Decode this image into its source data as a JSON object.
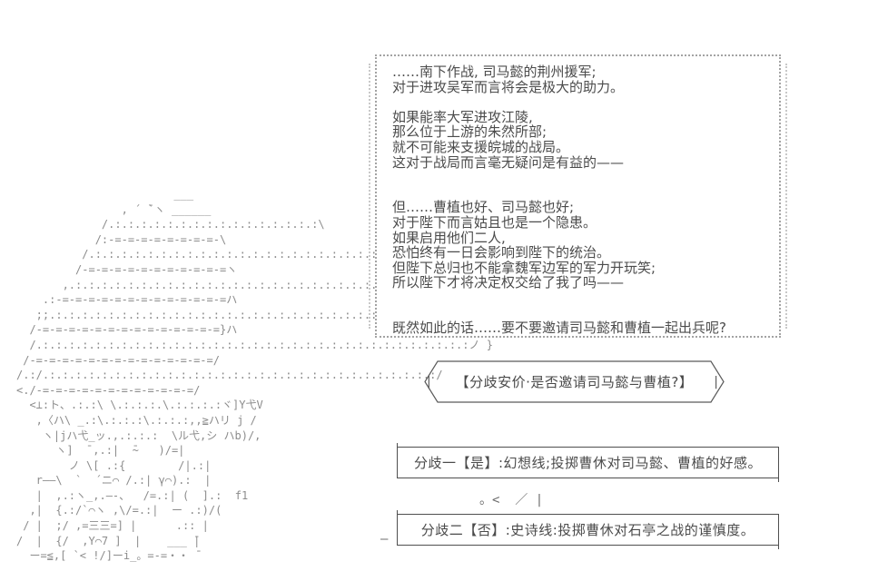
{
  "dialogue": {
    "lines": [
      "……南下作战, 司马懿的荆州援军;",
      "对于进攻吴军而言将会是极大的助力。",
      "",
      "如果能率大军进攻江陵,",
      "那么位于上游的朱然所部;",
      "就不可能来支援皖城的战局。",
      "这对于战局而言毫无疑问是有益的——",
      "",
      "",
      "但……曹植也好、司马懿也好;",
      "对于陛下而言姑且也是一个隐患。",
      "如果启用他们二人,",
      "恐怕终有一日会影响到陛下的统治。",
      "但陛下总归也不能拿魏军边军的军力开玩笑;",
      "所以陛下才将决定权交给了我了吗——",
      "",
      "",
      "既然如此的话……要不要邀请司马懿和曹植一起出兵呢?"
    ]
  },
  "anchor": {
    "left_bar": "|",
    "label": "【分歧安价·是否邀请司马懿与曹植?】",
    "right_bar": "|"
  },
  "options": {
    "yes": "分歧一【是】:幻想线;投掷曹休对司马懿、曹植的好感。",
    "no": "分歧二【否】:史诗线:投掷曹休对石亭之战的谨慎度。"
  },
  "fragments": {
    "hand": "。<  ／ |",
    "dash": "―"
  },
  "colors": {
    "text": "#4b4b4b",
    "art": "#8c8c8c",
    "border": "#4f4f4f",
    "dotted_border": "#a3a3a3",
    "background": "#ffffff"
  },
  "ascii_art": {
    "lines": [
      "                        ___",
      "                , ´ ̄`ヽ ______",
      "             /.:.:.:.:.:.:.:.:.:.:.:.:.:.:.:.:\\",
      "            /:‐=‐=‐=‐=‐=‐=‐=‐=‐\\",
      "          /.:.:.:.:.:.:.:.:.:.:.:.:.:.:.:.:.:.:.:.:.:.:.\\",
      "         /‐=‐=‐=‐=‐=‐=‐=‐=‐=‐=‐=ヽ",
      "       ,.:.:.:.:.:.:.:.:.:.:.:.:.:.:.:.:.:.:.:.:.:.:.:.:.:.:.:.:ヽ",
      "    .:‐=‐=‐=‐=‐=‐=‐=‐=‐=‐=‐=‐=‐=ハ",
      "   ;;.:.:.:.:.:.:.:.:.:.:.:.:.:.:.:.:.:.:.:.:.:.:.:.:.:.:.:.:.:.:.:.:}",
      "  /‐=‐=‐=‐=‐=‐=‐=‐=‐=‐=‐=‐=‐=‐=}ハ",
      "  /.:.:.:.:.:.:.:.:.:.:.:.:.:.:.:.:.:.:.:.:.:.:.:.:.:.:.:.:.:.:.:.:.:ノ }",
      " /‐=‐=‐=‐=‐=‐=‐=‐=‐=‐=‐=‐=‐=‐=/",
      "/.:/.:.:.:.:.:.:.:.:.:.:.:.:.:.:.:.:.:.:.:.:.:.:.:.:.:.:.:.:.:.:/",
      "<./‐=‐=‐=‐=‐=‐=‐=‐=‐=‐=‐=‐=/",
      "  <⊥:ト、.:.:\\ \\.:.:.:.\\.:.:.:.:ヾ]Y弋V",
      "   ,〈ハ\\ _.:\\.:.:.:\\.:.:.:,,≧ハリ j /",
      "    ヽ|jハ弋_ッ.,.:.:.:  \\ル弋,シ ハb)/,",
      "      ヽ]  ̄ ,.:|  ̄~   )/=|",
      "        ノ \\[ .:{        /|.:|",
      "   r――\\  `  ´ニ⌒ /.:| γ⌒).:  |",
      "   |  ,.:ヽ_,.―-、  /=.:| (  ].:  f1",
      "  ,|  {.:/`⌒ヽ ,\\/=.:|  ー .:)/(",
      " / |  ;/ ,=三三=] |      .:: |",
      "/  |  {/  ,Y⌒7 ]  |    ___ ̄|",
      "  ー=≦,[ `< !/]ーi_。=-=・・ ̄",
      ""
    ]
  }
}
